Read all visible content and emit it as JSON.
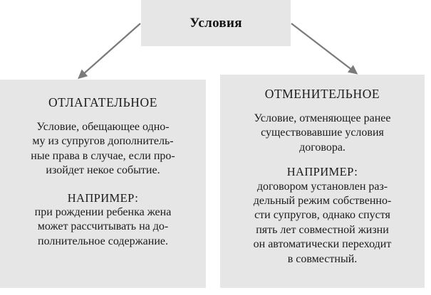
{
  "diagram": {
    "type": "hierarchy-tree",
    "colors": {
      "box_fill": "#e6e6e6",
      "page_background": "#ffffff",
      "text": "#1a1a1a",
      "arrow": "#7a7a7a"
    },
    "root": {
      "title": "Условия"
    },
    "branches": [
      {
        "id": "otlagatelnoe",
        "heading": "ОТЛАГАТЕЛЬНОЕ",
        "definition_lines": [
          "Условие, обещающее одно-",
          "му из супругов дополнитель-",
          "ные права в случае, если про-",
          "изойдет некое событие."
        ],
        "example_label": "НАПРИМЕР:",
        "example_lines": [
          "при рождении ребенка жена",
          "может рассчитывать на до-",
          "полнительное содержание."
        ]
      },
      {
        "id": "otmenitelnoe",
        "heading": "ОТМЕНИТЕЛЬНОЕ",
        "definition_lines": [
          "Условие, отменяющее ранее",
          "существовавшие условия",
          "договора."
        ],
        "example_label": "НАПРИМЕР:",
        "example_lines": [
          "договором установлен раз-",
          "дельный режим собственно-",
          "сти супругов, однако спустя",
          "пять лет совместной жизни",
          "он автоматически переходит",
          "в совместный."
        ]
      }
    ],
    "connectors": [
      {
        "id": "arrow-to-left-branch",
        "direction": "down-left"
      },
      {
        "id": "arrow-to-right-branch",
        "direction": "down-right"
      }
    ]
  }
}
